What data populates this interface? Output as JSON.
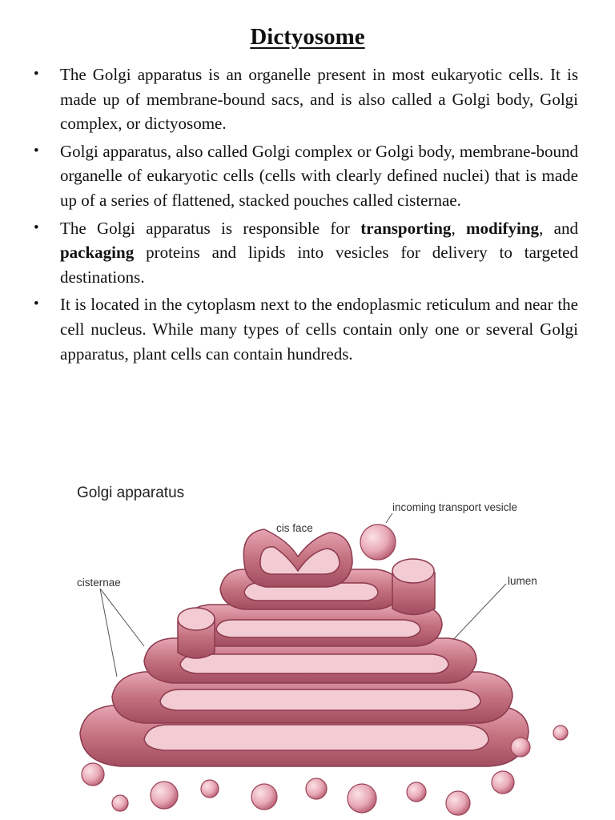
{
  "title": "Dictyosome",
  "bullets": [
    {
      "segments": [
        {
          "text": "The Golgi apparatus is an organelle present in most eukaryotic cells. It is made up of membrane-bound sacs, and is also called a Golgi body, Golgi complex, or dictyosome.",
          "bold": false
        }
      ]
    },
    {
      "segments": [
        {
          "text": "Golgi apparatus, also called Golgi complex or Golgi body, membrane-bound organelle of eukaryotic cells (cells with clearly defined nuclei) that is made up of a series of flattened, stacked pouches called cisternae.",
          "bold": false
        }
      ]
    },
    {
      "segments": [
        {
          "text": "The Golgi apparatus is responsible for ",
          "bold": false
        },
        {
          "text": "transporting",
          "bold": true
        },
        {
          "text": ", ",
          "bold": false
        },
        {
          "text": "modifying",
          "bold": true
        },
        {
          "text": ", and ",
          "bold": false
        },
        {
          "text": "packaging",
          "bold": true
        },
        {
          "text": " proteins and lipids into vesicles for delivery to targeted destinations.",
          "bold": false
        }
      ]
    },
    {
      "segments": [
        {
          "text": "It is located in the cytoplasm next to the endoplasmic reticulum and near the cell nucleus. While many types of cells contain only one or several Golgi apparatus, plant cells can contain hundreds.",
          "bold": false
        }
      ]
    }
  ],
  "bullet_symbol": "•",
  "diagram": {
    "title": "Golgi apparatus",
    "labels": {
      "incoming_vesicle": "incoming transport vesicle",
      "cis_face": "cis face",
      "cisternae": "cisternae",
      "lumen": "lumen"
    },
    "colors": {
      "membrane": "#c06e80",
      "membrane_dark": "#8c3a4e",
      "membrane_light": "#f0c2cb",
      "lumen": "#e6a3b1"
    }
  }
}
